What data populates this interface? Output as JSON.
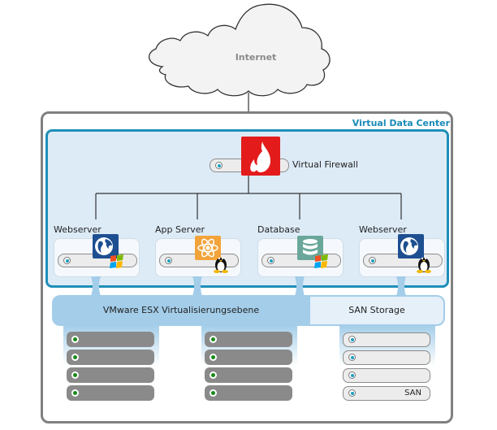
{
  "diagram": {
    "internet": {
      "label": "Internet"
    },
    "data_center": {
      "title": "Virtual Data Center"
    },
    "firewall": {
      "label": "Virtual Firewall",
      "icon": "flame-icon",
      "color": "#e31b1b"
    },
    "vms": [
      {
        "label": "Webserver",
        "app_icon": "globe-icon",
        "os_icon": "windows-icon",
        "app_color": "#1d4f91"
      },
      {
        "label": "App Server",
        "app_icon": "atom-icon",
        "os_icon": "linux-tux-icon",
        "app_color": "#f2a33a"
      },
      {
        "label": "Database",
        "app_icon": "database-icon",
        "os_icon": "windows-icon",
        "app_color": "#6aa79a"
      },
      {
        "label": "Webserver",
        "app_icon": "globe-icon",
        "os_icon": "linux-tux-icon",
        "app_color": "#1d4f91"
      }
    ],
    "layers": {
      "virtualization": "VMware ESX Virtualisierungsebene",
      "storage": "SAN Storage"
    },
    "storage_label": "SAN",
    "colors": {
      "accent_blue": "#1e8fb8",
      "light_blue": "#a3cde9",
      "host_gray": "#8a8a8a",
      "status_green": "#1a8a1a",
      "status_blue": "#1a9fc0"
    }
  }
}
